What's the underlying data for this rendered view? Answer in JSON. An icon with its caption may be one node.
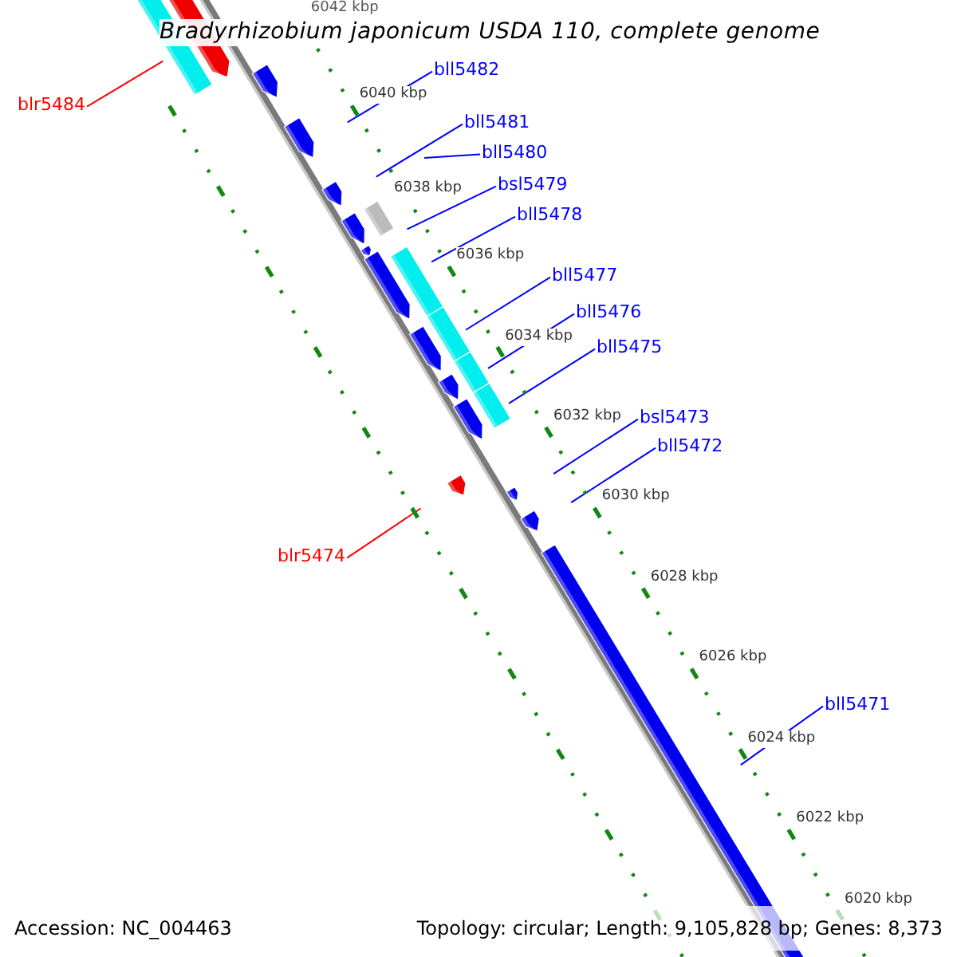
{
  "diagram": {
    "title": "Bradyrhizobium japonicum USDA 110, complete genome",
    "nodes": [
      {
        "text": [
          "bll5482"
        ]
      },
      {
        "text": [
          "blr5484"
        ]
      },
      {
        "text": [
          "bll5481"
        ]
      },
      {
        "text": [
          "bll5480"
        ]
      },
      {
        "text": [
          "bsl5479"
        ]
      },
      {
        "text": [
          "bll5478"
        ]
      },
      {
        "text": [
          "bll5477"
        ]
      },
      {
        "text": [
          "bll5476"
        ]
      },
      {
        "text": [
          "bll5475"
        ]
      },
      {
        "text": [
          "bsl5473"
        ]
      },
      {
        "text": [
          "bll5472"
        ]
      },
      {
        "text": [
          "blr5474"
        ]
      },
      {
        "text": [
          "bll5471"
        ]
      }
    ],
    "edges": [
      {
        "from": 0,
        "to": null,
        "arrow": "none"
      },
      {
        "from": 1,
        "to": null,
        "arrow": "none",
        "color": "#ff0000"
      },
      {
        "from": 2,
        "to": null,
        "arrow": "none"
      },
      {
        "from": 3,
        "to": null,
        "arrow": "none"
      },
      {
        "from": 4,
        "to": null,
        "arrow": "none"
      },
      {
        "from": 5,
        "to": null,
        "arrow": "none"
      },
      {
        "from": 6,
        "to": null,
        "arrow": "none"
      },
      {
        "from": 7,
        "to": null,
        "arrow": "none"
      },
      {
        "from": 8,
        "to": null,
        "arrow": "none"
      },
      {
        "from": 9,
        "to": null,
        "arrow": "none"
      },
      {
        "from": 10,
        "to": null,
        "arrow": "none"
      },
      {
        "from": 11,
        "to": null,
        "arrow": "none",
        "color": "#ff0000"
      },
      {
        "from": 12,
        "to": null,
        "arrow": "none"
      }
    ],
    "labels": [
      "6042 kbp",
      "6040 kbp",
      "6038 kbp",
      "6036 kbp",
      "6034 kbp",
      "6032 kbp",
      "6030 kbp",
      "6028 kbp",
      "6026 kbp",
      "6024 kbp",
      "6022 kbp",
      "6020 kbp",
      "Accession: NC_004463",
      "Topology: circular; Length: 9,105,828 bp; Genes: 8,373"
    ]
  }
}
